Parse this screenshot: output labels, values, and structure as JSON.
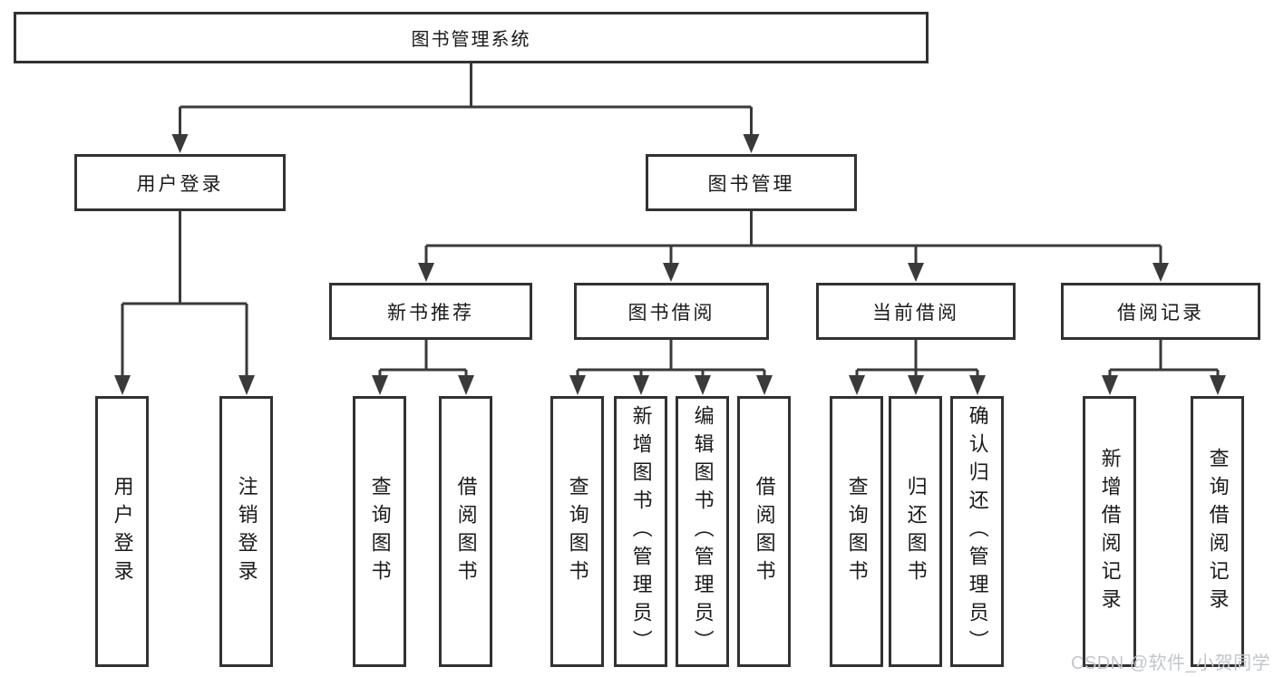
{
  "diagram": {
    "root": {
      "label": "图书管理系统"
    },
    "branches": [
      {
        "label": "用户登录",
        "children": [
          {
            "label": "用户登录"
          },
          {
            "label": "注销登录"
          }
        ]
      },
      {
        "label": "图书管理",
        "children": [
          {
            "label": "新书推荐",
            "children": [
              {
                "label": "查询图书"
              },
              {
                "label": "借阅图书"
              }
            ]
          },
          {
            "label": "图书借阅",
            "children": [
              {
                "label": "查询图书"
              },
              {
                "label": "新增图书（管理员）"
              },
              {
                "label": "编辑图书（管理员）"
              },
              {
                "label": "借阅图书"
              }
            ]
          },
          {
            "label": "当前借阅",
            "children": [
              {
                "label": "查询图书"
              },
              {
                "label": "归还图书"
              },
              {
                "label": "确认归还（管理员）"
              }
            ]
          },
          {
            "label": "借阅记录",
            "children": [
              {
                "label": "新增借阅记录"
              },
              {
                "label": "查询借阅记录"
              }
            ]
          }
        ]
      }
    ],
    "watermark": "CSDN @软件_小贺同学"
  },
  "colors": {
    "line": "#3a3a3a",
    "border": "#323232",
    "text": "#1a1a1a",
    "watermark": "#c3c6cb",
    "background": "#ffffff"
  }
}
